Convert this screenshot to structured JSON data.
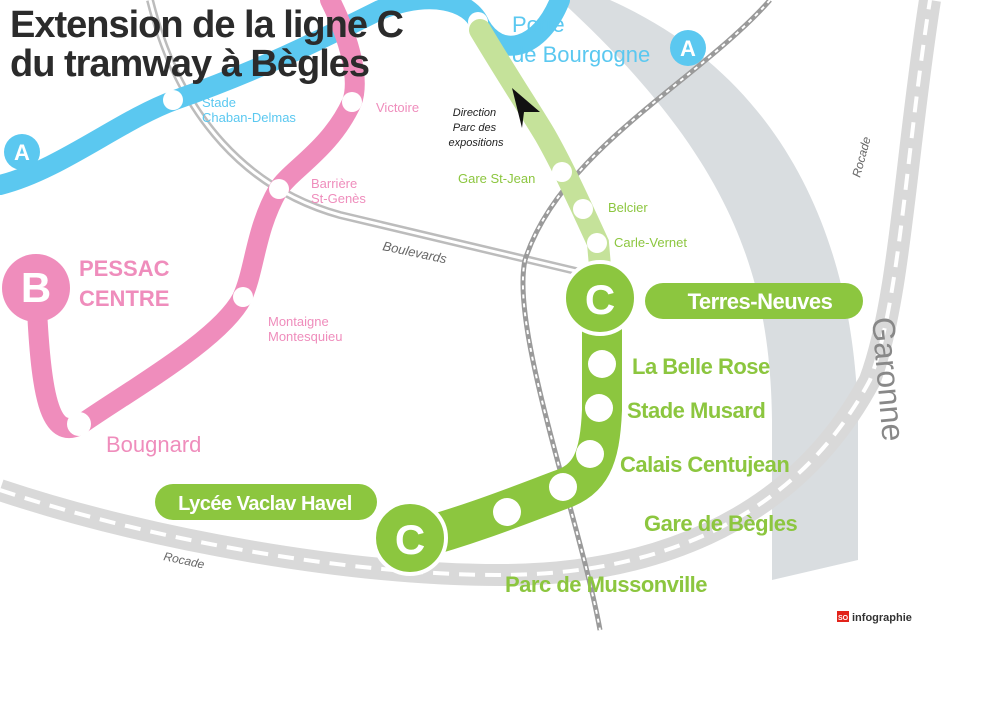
{
  "title": {
    "line1": "Extension de la ligne C",
    "line2": "du tramway à Bègles"
  },
  "colors": {
    "line_a": "#5bc8f0",
    "line_b": "#ef8dbc",
    "line_c": "#8cc63f",
    "line_c_light": "#c5e29a",
    "river": "#d9dde0",
    "rail": "#b5b5b5",
    "road": "#d8d8d8"
  },
  "line_a": {
    "letter": "A",
    "stations": [
      "Stade\nChaban-Delmas",
      "Porte\nde Bourgogne"
    ],
    "terminus_label": "Porte de Bourgogne"
  },
  "line_b": {
    "letter": "B",
    "terminus": "PESSAC\nCENTRE",
    "stations": [
      "Victoire",
      "Barrière\nSt-Genès",
      "Montaigne\nMontesquieu",
      "Bougnard"
    ]
  },
  "line_c": {
    "letter": "C",
    "direction": "Direction\nParc des\nexpositions",
    "existing_stations": [
      "Gare St-Jean",
      "Belcier",
      "Carle-Vernet"
    ],
    "terminus_north": "Terres-Neuves",
    "new_stations": [
      "La Belle Rose",
      "Stade Musard",
      "Calais Centujean",
      "Gare de Bègles",
      "Parc de Mussonville"
    ],
    "terminus_south": "Lycée Vaclav Havel"
  },
  "labels": {
    "boulevards": "Boulevards",
    "rocade_north": "Rocade",
    "rocade_south": "Rocade",
    "river": "Garonne"
  },
  "credit": {
    "logo": "SO",
    "text": "infographie"
  }
}
